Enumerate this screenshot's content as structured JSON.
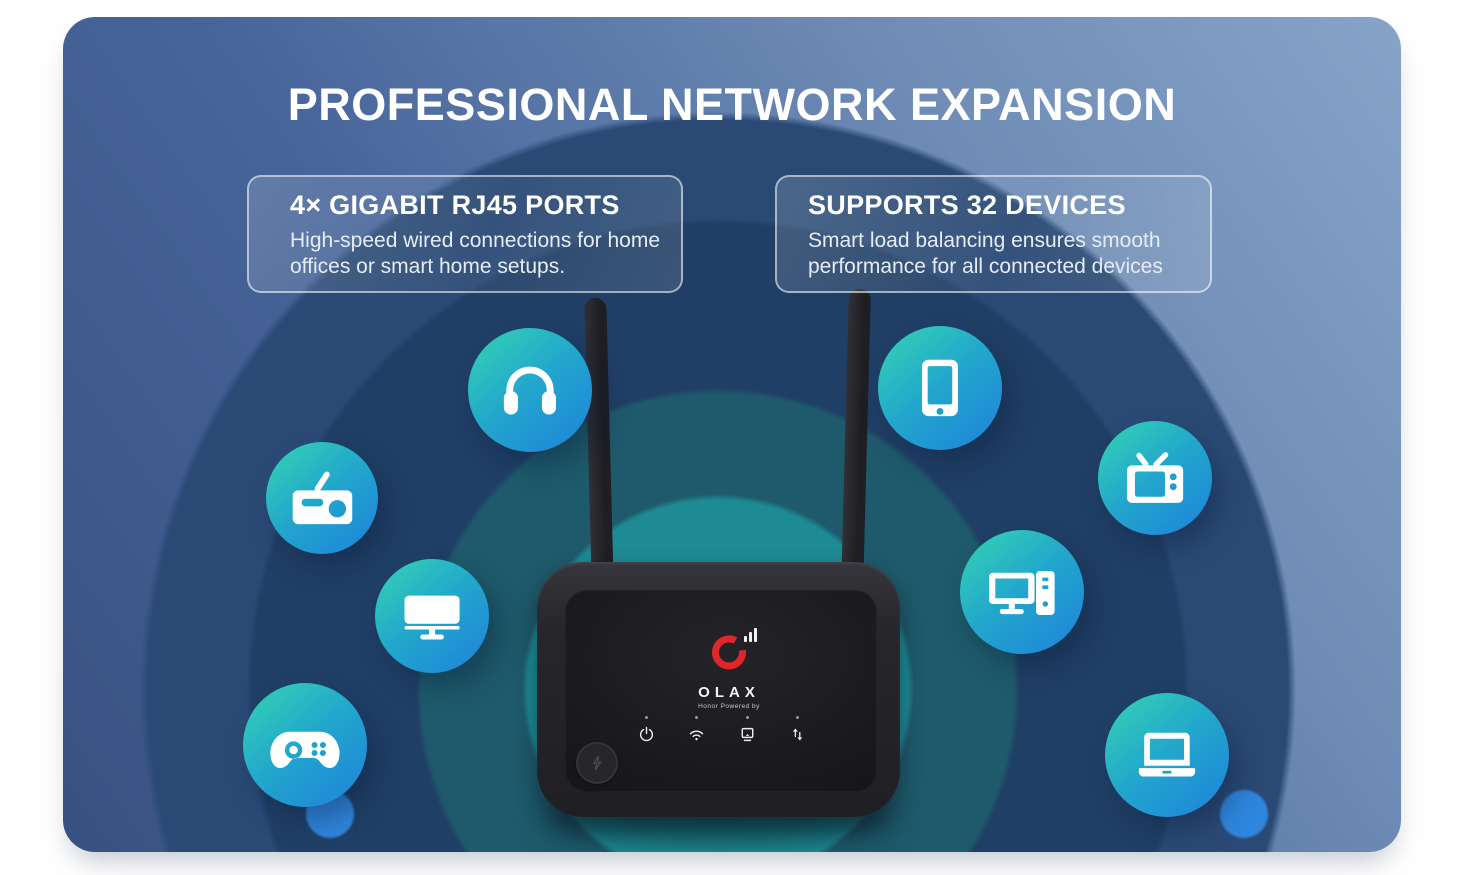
{
  "page_title": "PROFESSIONAL NETWORK EXPANSION",
  "feature_boxes": [
    {
      "heading": "4× GIGABIT RJ45 PORTS",
      "body": "High-speed wired connections for home offices or smart home setups."
    },
    {
      "heading": "SUPPORTS 32 DEVICES",
      "body": "Smart load balancing ensures smooth performance for all connected devices"
    }
  ],
  "router": {
    "brand": "OLAX",
    "brand_tagline": "Honor Powered by",
    "logo_icon": "red-signal-ring-logo",
    "indicator_icons": [
      "power-icon",
      "wifi-icon",
      "lan-icon",
      "data-updown-icon"
    ],
    "button_icons": [
      "wps-lightning-button"
    ]
  },
  "device_badges": {
    "left": [
      "headphones",
      "radio",
      "desktop-monitor",
      "game-controller"
    ],
    "right": [
      "smartphone",
      "television",
      "desktop-computer",
      "laptop"
    ]
  },
  "colors": {
    "background_top_right": "#87a3c8",
    "background_bottom_left": "#395181",
    "ring_navy_outer": "#2a4a75",
    "ring_navy_inner": "#203f66",
    "ring_teal": "#1e5a6b",
    "center_glow": "#12a6ae",
    "badge_gradient_start": "#33d1b4",
    "badge_gradient_end": "#1e84da",
    "logo_red": "#e02628",
    "router_body": "#26262b",
    "text_white": "#ffffff"
  }
}
